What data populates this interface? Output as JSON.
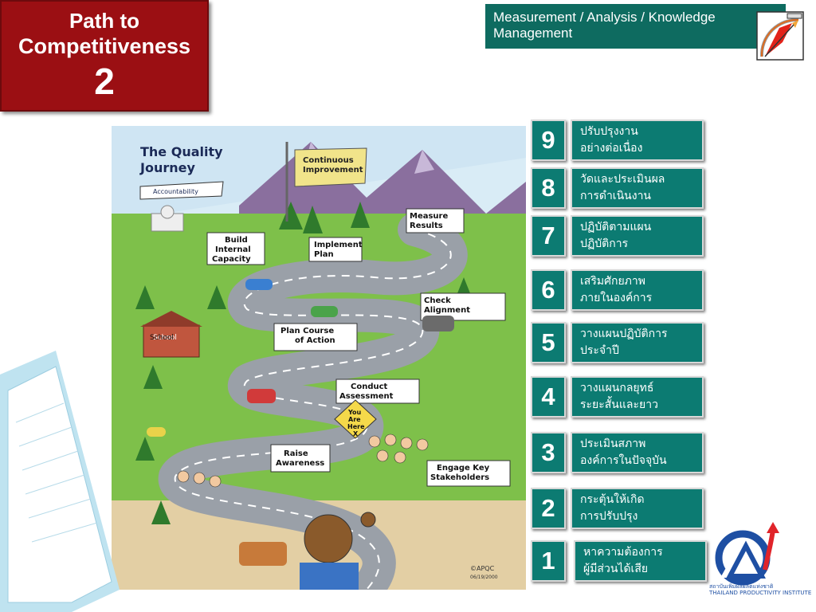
{
  "title": {
    "line1": "Path to",
    "line2": "Competitiveness",
    "number": "2"
  },
  "header": {
    "text": "Measurement / Analysis / Knowledge Management"
  },
  "colors": {
    "title_bg": "#9b0f13",
    "header_bg": "#0e6b60",
    "step_bg": "#0c7b72",
    "logo_blue": "#1e4fa3",
    "logo_red": "#e0242a"
  },
  "illustration": {
    "title": "The Quality Journey",
    "banner": "Accountability",
    "flag": "Continuous Improvement",
    "signs": [
      "Measure Results",
      "Build Internal Capacity",
      "Implement Plan",
      "Check Alignment",
      "Plan Course of Action",
      "Conduct Assessment",
      "Raise Awareness",
      "Engage Key Stakeholders"
    ],
    "you_are_here": [
      "You",
      "Are",
      "Here",
      "X"
    ],
    "school": "School",
    "copyright": "©APQC",
    "date": "06/19/2000"
  },
  "steps": [
    {
      "number": "9",
      "line1": "ปรับปรุงงาน",
      "line2": "อย่างต่อเนื่อง"
    },
    {
      "number": "8",
      "line1": "วัดและประเมินผล",
      "line2": "การดำเนินงาน"
    },
    {
      "number": "7",
      "line1": "ปฏิบัติตามแผน",
      "line2": "ปฏิบัติการ"
    },
    {
      "number": "6",
      "line1": "เสริมศักยภาพ",
      "line2": "ภายในองค์การ"
    },
    {
      "number": "5",
      "line1": "วางแผนปฏิบัติการ",
      "line2": "ประจำปี"
    },
    {
      "number": "4",
      "line1": "วางแผนกลยุทธ์",
      "line2": "ระยะสั้นและยาว"
    },
    {
      "number": "3",
      "line1": "ประเมินสภาพ",
      "line2": "องค์การในปัจจุบัน"
    },
    {
      "number": "2",
      "line1": "กระตุ้นให้เกิด",
      "line2": "การปรับปรุง"
    },
    {
      "number": "1",
      "line1": "หาความต้องการ",
      "line2": "ผู้มีส่วนได้เสีย"
    }
  ],
  "logo": {
    "caption_th": "สถาบันเพิ่มผลผลิตแห่งชาติ",
    "caption_en": "THAILAND PRODUCTIVITY INSTITUTE"
  }
}
